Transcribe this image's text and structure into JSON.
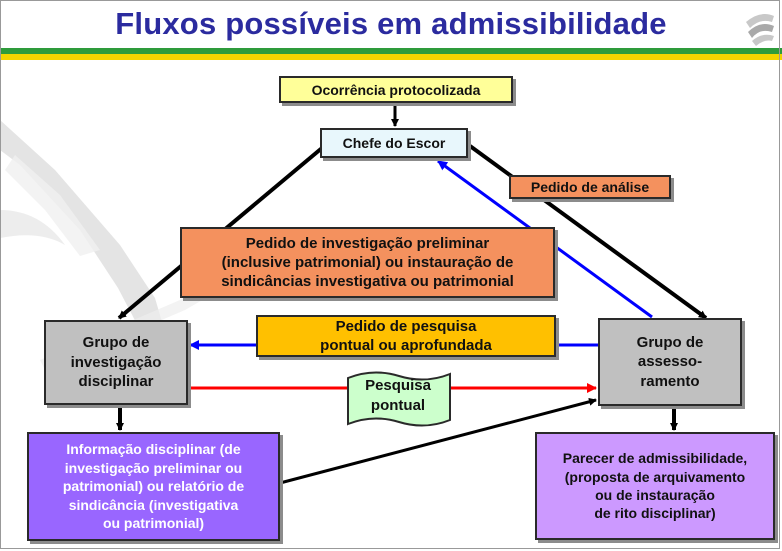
{
  "title": "Fluxos possíveis em admissibilidade",
  "colors": {
    "title": "#2b2b9f",
    "header_green": "#2e9b3b",
    "header_yellow": "#f2d400",
    "black_arrow": "#000000",
    "blue_arrow": "#0000ff",
    "red_arrow": "#ff0000"
  },
  "nodes": {
    "ocorrencia": "Ocorrência protocolizada",
    "chefe": "Chefe do Escor",
    "pedido_analise": "Pedido de análise",
    "pedido_investigacao": "Pedido de investigação preliminar\n(inclusive patrimonial) ou instauração de\nsindicâncias investigativa ou patrimonial",
    "grupo_investigacao": "Grupo de\ninvestigação\ndisciplinar",
    "pedido_pesquisa": "Pedido de pesquisa\npontual ou aprofundada",
    "grupo_assessoramento": "Grupo de\nassesso-\nramento",
    "pesquisa_pontual": "Pesquisa\npontual",
    "info_disciplinar": "Informação disciplinar (de\ninvestigação preliminar ou\npatrimonial) ou relatório de\nsindicância (investigativa\nou patrimonial)",
    "parecer": "Parecer de admissibilidade,\n(proposta de arquivamento\nou de instauração\nde rito disciplinar)"
  }
}
